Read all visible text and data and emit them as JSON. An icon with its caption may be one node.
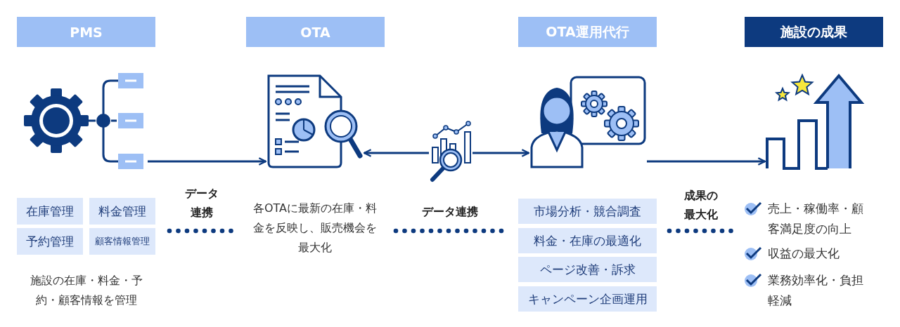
{
  "diagram": {
    "nodes": [
      {
        "text": [
          "PMS"
        ]
      },
      {
        "text": [],
        "shape": "picture"
      },
      {
        "text": [
          "在庫管理"
        ]
      },
      {
        "text": [
          "料金管理"
        ]
      },
      {
        "text": [
          "予約管理"
        ]
      },
      {
        "text": [
          "顧客情報管理"
        ]
      },
      {
        "text": [
          "OTA"
        ]
      },
      {
        "text": [],
        "shape": "picture"
      },
      {
        "text": [
          "OTA運用代行"
        ]
      },
      {
        "text": [],
        "shape": "picture"
      },
      {
        "text": [
          "市場分析・競合調査"
        ]
      },
      {
        "text": [
          "料金・在庫の最適化"
        ]
      },
      {
        "text": [
          "ページ改善・訴求"
        ]
      },
      {
        "text": [
          "キャンペーン企画運用"
        ]
      },
      {
        "text": [
          "施設の成果"
        ]
      },
      {
        "text": [],
        "shape": "picture"
      },
      {
        "text": [],
        "shape": "picture"
      }
    ],
    "edges": [
      {
        "from": 1,
        "to": 7,
        "arrow": "to",
        "label": "データ連携"
      },
      {
        "from": 16,
        "to": 7,
        "arrow": "to"
      },
      {
        "from": 16,
        "to": 9,
        "arrow": "to"
      },
      {
        "from": 9,
        "to": 15,
        "arrow": "to",
        "label": "成果の最大化"
      }
    ],
    "labels": [
      "施設の在庫・料金・予約・顧客情報を管理",
      "各OTAに最新の在庫・料金を反映し、販売機会を最大化",
      "データ連携",
      "売上・稼働率・顧客満足度の向上",
      "収益の最大化",
      "業務効率化・負担軽減"
    ]
  }
}
